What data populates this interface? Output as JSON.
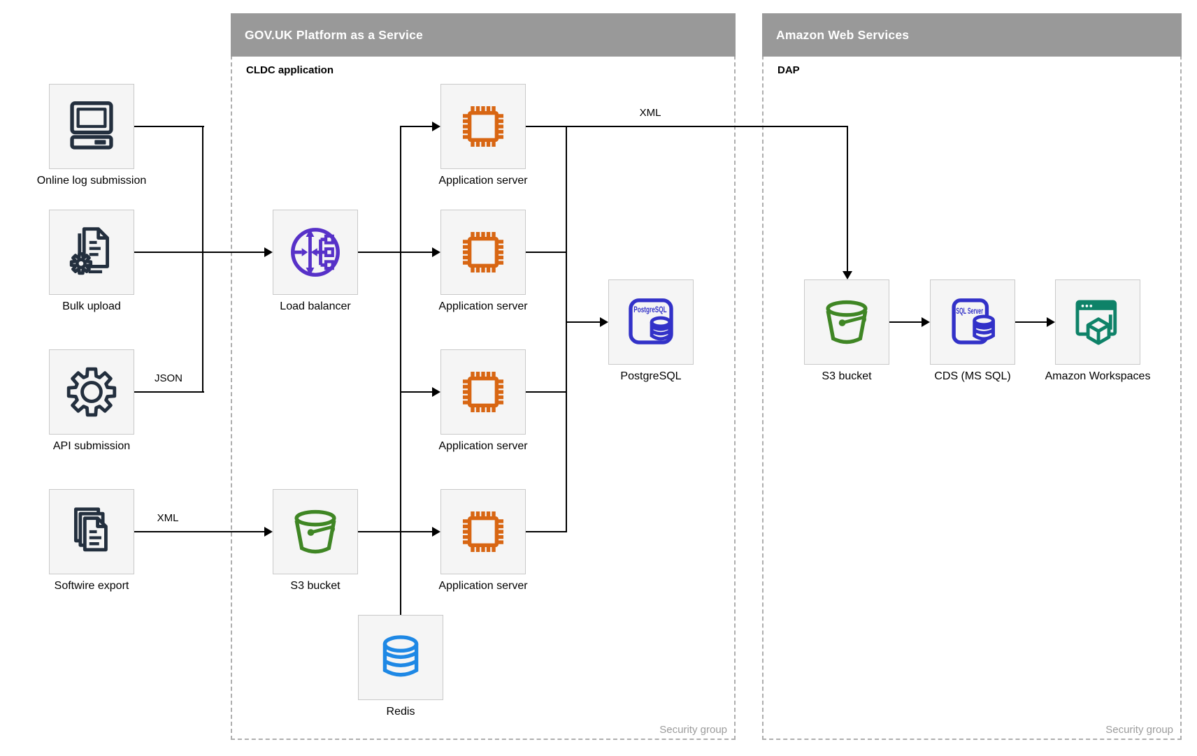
{
  "containers": {
    "paas": {
      "title": "GOV.UK Platform as a Service",
      "sublabel": "CLDC application",
      "footer": "Security group"
    },
    "aws": {
      "title": "Amazon Web Services",
      "sublabel": "DAP",
      "footer": "Security group"
    }
  },
  "nodes": {
    "online_log": {
      "label": "Online log submission",
      "icon": "desktop-computer-icon"
    },
    "bulk_upload": {
      "label": "Bulk upload",
      "icon": "document-gear-icon"
    },
    "api_submission": {
      "label": "API submission",
      "icon": "gear-icon"
    },
    "softwire_export": {
      "label": "Softwire export",
      "icon": "documents-stack-icon"
    },
    "load_balancer": {
      "label": "Load balancer",
      "icon": "load-balancer-icon"
    },
    "app_server_1": {
      "label": "Application server",
      "icon": "chip-icon"
    },
    "app_server_2": {
      "label": "Application server",
      "icon": "chip-icon"
    },
    "app_server_3": {
      "label": "Application server",
      "icon": "chip-icon"
    },
    "app_server_4": {
      "label": "Application server",
      "icon": "chip-icon"
    },
    "postgresql": {
      "label": "PostgreSQL",
      "icon": "postgresql-db-icon",
      "icon_text": "PostgreSQL"
    },
    "s3_paas": {
      "label": "S3 bucket",
      "icon": "s3-bucket-icon"
    },
    "redis": {
      "label": "Redis",
      "icon": "redis-db-icon"
    },
    "s3_aws": {
      "label": "S3 bucket",
      "icon": "s3-bucket-icon"
    },
    "cds": {
      "label": "CDS (MS SQL)",
      "icon": "sql-server-db-icon",
      "icon_text": "SQL Server"
    },
    "workspaces": {
      "label": "Amazon Workspaces",
      "icon": "workspaces-icon"
    }
  },
  "edge_labels": {
    "json_api": "JSON",
    "xml_softwire": "XML",
    "xml_app_to_aws": "XML"
  },
  "colors": {
    "zone_header_bg": "#999999",
    "zone_header_text": "#FFFFFF",
    "zone_dashed_border": "#AEAEAE",
    "node_box_fill": "#F5F5F5",
    "node_box_border": "#C9C9C9",
    "icon_navy": "#232F3E",
    "icon_orange": "#D86613",
    "icon_purple": "#5731C8",
    "icon_green": "#3F8624",
    "icon_blue": "#1E88E5",
    "icon_indigo": "#3231C8",
    "icon_teal": "#0E8268",
    "edge_line": "#000000",
    "security_group_text": "#9B9B9B"
  }
}
